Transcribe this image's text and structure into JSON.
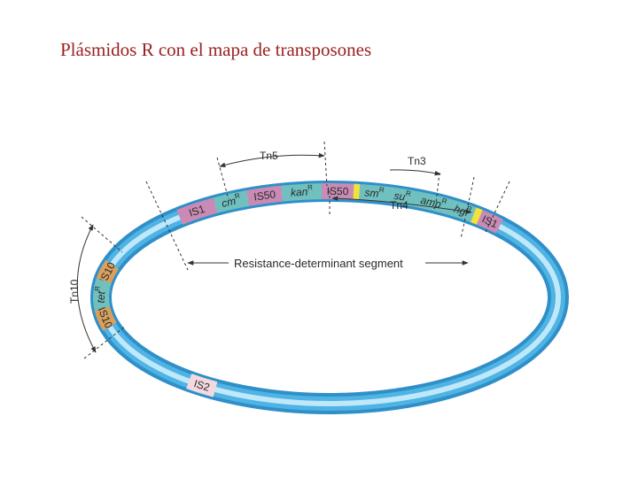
{
  "title": "Plásmidos R con el mapa de transposones",
  "colors": {
    "title": "#9a1f1f",
    "plasmid_outer": "#2f8fc9",
    "plasmid_mid": "#4fb3e3",
    "plasmid_highlight": "#bfe8fb",
    "teal_region": "#6fc0bf",
    "is_pink": "#c98bb5",
    "is_orange": "#d8a05f",
    "yellow_mark": "#f2e23a",
    "is2_pale": "#f4d8df"
  },
  "diagram": {
    "segments": {
      "is1_left": "IS1",
      "cm_r": "cm",
      "is50_left": "IS50",
      "kan_r": "kan",
      "is50_right": "IS50",
      "sm_r": "sm",
      "su_r": "su",
      "amp_r": "amp",
      "hg_r": "hg",
      "is1_right": "IS1",
      "is10_top": "IS10",
      "tet_r": "tet",
      "is10_bottom": "IS10",
      "is2": "IS2",
      "resistance_superscript": "R"
    },
    "transposons": {
      "tn5": "Tn5",
      "tn3": "Tn3",
      "tn4": "Tn4",
      "tn10": "Tn10"
    },
    "resistance_segment": "Resistance-determinant segment"
  }
}
